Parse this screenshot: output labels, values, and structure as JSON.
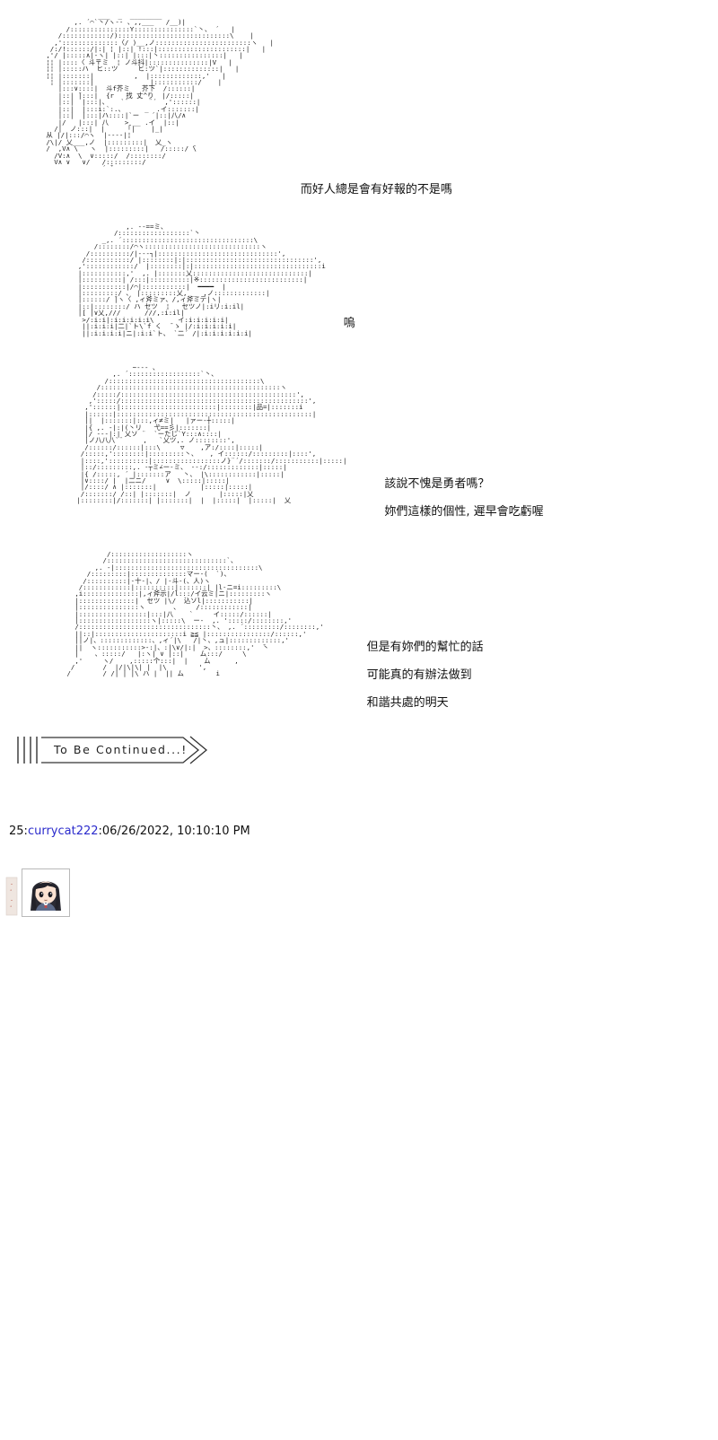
{
  "post": {
    "number": "25",
    "separator1": ":",
    "author": "currycat222",
    "separator2": ":",
    "datetime": "06/26/2022, 10:10:10 PM",
    "link_color": "#2b2bcc"
  },
  "banner": {
    "label": "To Be Continued...!"
  },
  "scenes": [
    {
      "id": "scene-1",
      "character": "ascii-art-girl-standing",
      "art": "                ___  _  ________\n          ,. ´⌒`丶/ヽ‐- 、,,___   /__)|\n        /:::::::::::::::Υ:::::::::::::::`丶、 ´   |\n      /::::::::::::/)::::::::::::::::::::::::::::\\    |\n     ,'::::::::::::::〈/ )__,ノ::::::::::::::::::::::::ヽ   |\n    /:/!::::::/|:| ¦ |::| !:::|::::::::::::::::::::::|   |\n   ,'/ |:::::∧|‐ヽ| |::| |:::|丶::::::::::::::::|   |\n   ¦¦ |::::〈 斗〒ミ  ¦ ノ斗抖|:::::::::::::::|V   |\n   ¦¦ |:::::ハ  ヒ::ツ     ヒ:ツ`|::::::::::::::|   |\n   ¦¦ |:::::::|          ,  |:::::::::::::,'   |\n    ¦ |:::::::|              |:::::::::::/    |\n      |:::∨::::|  斗f芥ミ   芥下  /::::::|\n      |::| ̄|:::|  {r   找 丈^り  |/:::::|\n      |::|  |:::|、   `¨     ¨´  ,'::::::|\n      |::|  |:::i:`:.、     _  .イ:::::::|\n      |::|  |:::|ハ::::|`ー   ´|::|八/∧\n      |/   |:::| 八    > __ .イ  |::|\n     /|  ノ:::|  |     「|    |_|\n   从 |/|:::/⌒ヽ  |‐--‐|¦\n   /\\|/ 乂___,ノ  |:::::::::|  乂_ヽ\n   /  ,V∧ \\   ヽ  |:::::::::|   /:::::/ ̄\\\n     /V:∧  \\  ∨:::::/  /::::::::/\n     V∧ ∨   ∨/   /:::::::::/\n                 ´ ̄`",
      "lines": [
        "而好人總是會有好報的不是嗎"
      ]
    },
    {
      "id": "scene-2",
      "character": "ascii-art-girl-closeup",
      "art": "              ,. -‐==ミ、\n           /::::::::::::::::::`丶\n        _,. ´:::::::::::::::::::::::::::::::::\\\n      /::::::::/⌒ヽ:::::::::::::::::::::::::::::ヽ\n    /::::::::::/|‐-‐┐|::::::::::::::::::::::::::::::',\n   /:::::::::::/ |::::::::|:|::::::::::::::::::::::::::::::::',\n  ,'::::::::::::/  |::::::::|:|::::::::::::::::::::::::::::::::i\n  |:::::::::::,'  ,. |:::::::乂:::::::::::::::::::::::::::::|\n  |::::::::::| /:::|::::::::::|※::::::::::::::::::::::::::|\n  |:::::::::::|/⌒|:::::::::::|  ━━━━  |\n  |:::::::::/ 、 |:::::::::乂, __ ,ノ:::::::::::::|\n  |::::::/ ̄|ヽ〈 ,ィ斧ミァ、/,ィ斧ミテ|ヽ|\n  |::|::::::::/ ハ セツ  ¦   セツノ|:iリ:i:il|\n  |[ |∨乂,///      ///,:i:il|\n   >/:i:i|:i:i:i:i:i\\      イ:i:i:i:i:i|\n   ||:i:i:i|二|`ト\\`f く  ̄ ゝ |/:i:i:i:i:i|\n   ||:i:i:i:i|ニ|:i:i`ト、 `二´ /|:i:i:i:i:i:i|",
      "lines": [
        "嗚"
      ]
    },
    {
      "id": "scene-3",
      "character": "ascii-art-girl-arms",
      "art": "                 ~‐-- 、\n            ,. ´::::::::::::::::::`丶、\n          /::::::::::::::::::::::::::::::::::::::\\\n        /:::::::::::::::::::::::::::::::::::::::::::::ヽ\n       /:::::/::::::::::::::::::::::::::::::::::::::::::::',\n      ,':::::/:::::::::::::::::::::::::::::::::::::::::::::::',\n     ,'::::::|::::::::::::::::::::::::|::::::::|品=|:::::::i\n     |::::::|:::::::::::::::::::::::::::::::::::::::::::::::::|\n     ||  |:::::::|:::,ィ≠ミ|   |ァー‐┼:::::|\n     |{ ,. ‐|:|(丶リ   弋==彡|:::::::|\n     |/ ‐-‐|:| 乂ソ ¨  `ーたじ`Y:::∧::::|\n     |ノ八八八`¨     ,   `乂ツ,. ノ::::::::',\n     /::::::/::::::|:::\\     ▽    ,ア:/::::|:::::|\n    /:::::,'::::::::|:::::::::丶、   , イ::::::/:::::::::|::::',\n    |::::,'::::::::::|:::::::::::::::::ノ}¨´/:::::::/:::::::::::|:::::|\n    |::/:::::::::,. ‐┬ミ∠ー‐ミ、 ‐-:/:::::::::::::|:::::|\n    |{ /:::::, ´ |:::::::ア   丶、 |\\::::::::::::|:::::|\n    |∨::::/ |  |二ニ/     ∨  \\:::::|:::::|\n    |/::::/ ∧ |:::::::|           |:::::|:::::|\n    /:::::::/ /::| |:::::::|  ノ       |:::::|乂\n   |::::::::|/:::::::| |:::::::|  |  |:::::|  |:::::|  乂",
      "lines": [
        "該說不愧是勇者嗎？",
        "妳們這樣的個性, 遲早會吃虧喔"
      ]
    },
    {
      "id": "scene-4",
      "character": "ascii-art-girl-smiling",
      "art": "           /:::::::::::::::::::ヽ\n          /::::::::::::::::::::::::::::::`、\n        ,. ‐|::::::::::::::::::::::::::::::::::::\\\n      /:::::::::|::::::::::::::マー‐(  `)、\n     /::::::::::|‐十‐|、/ |‐斗‐(、人)ヽ\n    /::::::::::::|::::::::::|:::::::| |l‐ニ=i:::::::::\\\n   ,i::::::::::::::|,ィ斧示|/l:::/イ云ミ|ニ|:::::::::ヽ\n   |::::::::::::::|  セツ |\\/  込ソl|:::::::::::|\n   |:::::::::::::::ヽ       、    /::::::::::::|\n   |:::::::::::::::::|:::|八    `     イ:::::/::::::|\n   |::::::::::::::::::ヽ|:::::\\  ー‐  ,. ':::::/::::::::,'\n   /:::::::::::::::::::::::::::::::::丶、 ,. ´:::::::::/::::::::,'\n   ||::|::::::::::::::::::::::i ≧≦ |::::::::::::::::/::::::,'\n   ||ノ|、:::::::::::::、,ィ´|\\   /|丶、,ュ|:::::::::::::,'\n   ||  ヽ:::::::::::>‐:|、:|\\∨/|:|  >、::::::::,'  ̄丶\n   |    、:::::/   |:ヽ| ∨ |::|    ム:::/     \\\n   ,'     ヽ/    ,:::::个:::|  |    ム      ,\n  /       /  |/|\\|\\| |  |\\        ',\n /        / /| | |\\ ハ |  || ム        i",
      "lines": [
        "但是有妳們的幫忙的話",
        "可能真的有辦法做到",
        "和諧共處的明天"
      ]
    }
  ]
}
